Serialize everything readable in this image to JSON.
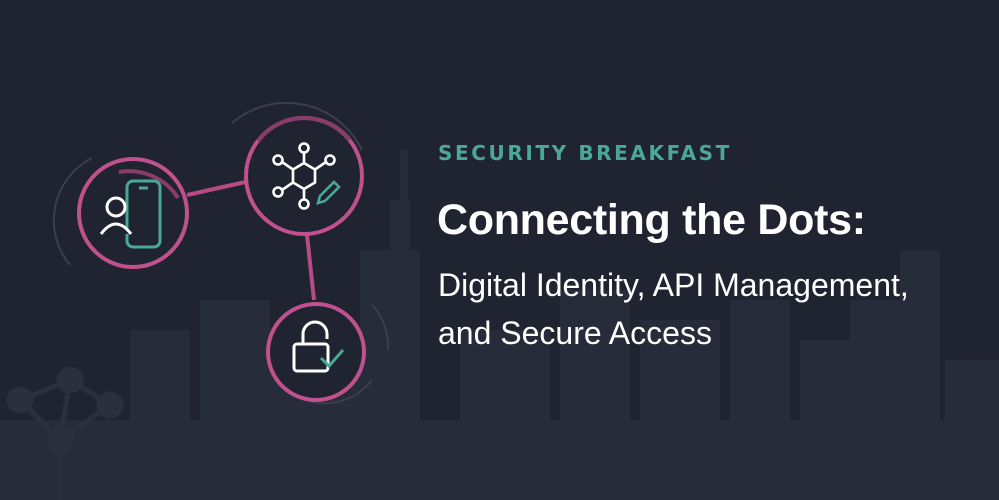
{
  "banner": {
    "kicker": "SECURITY BREAKFAST",
    "headline": "Connecting the Dots:",
    "subtitle_line1": "Digital Identity, API Management,",
    "subtitle_line2": "and Secure Access"
  },
  "icons": [
    "mobile-user-icon",
    "api-hub-icon",
    "lock-check-icon",
    "atomium-silhouette"
  ],
  "colors": {
    "background": "#1f2430",
    "accent_magenta": "#c0508e",
    "accent_teal": "#4aa79a",
    "text": "#ffffff"
  }
}
